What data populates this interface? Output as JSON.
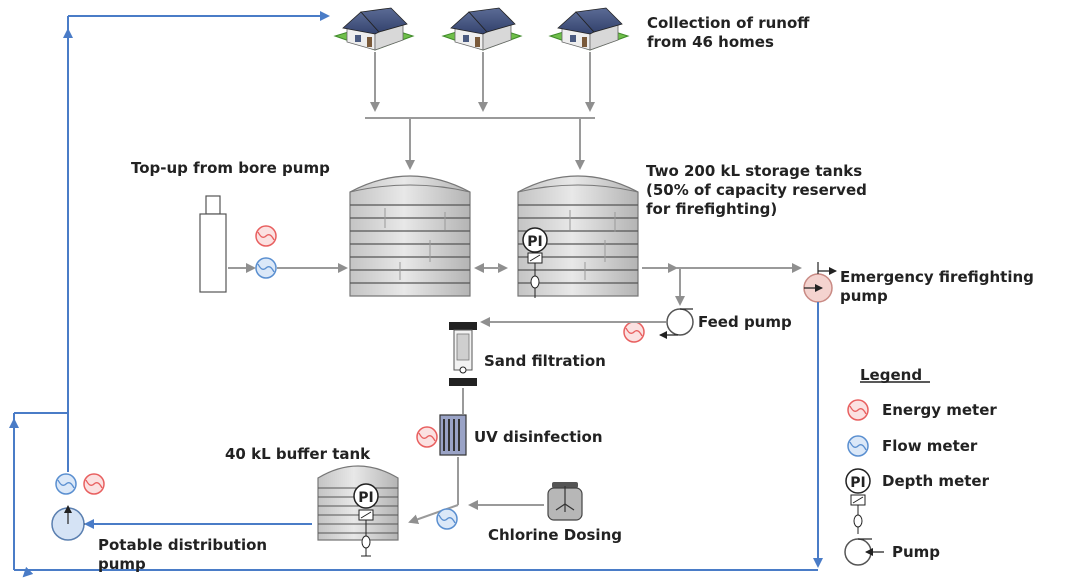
{
  "labels": {
    "runoff": "Collection of runoff\nfrom 46 homes",
    "topup": "Top-up from bore pump",
    "storage": "Two 200 kL storage tanks\n(50% of capacity reserved\nfor firefighting)",
    "emergency": "Emergency firefighting\npump",
    "feed_pump": "Feed pump",
    "sand": "Sand filtration",
    "uv": "UV disinfection",
    "buffer": "40 kL buffer tank",
    "chlorine": "Chlorine Dosing",
    "potable": "Potable distribution\npump"
  },
  "legend": {
    "title": "Legend",
    "energy": "Energy meter",
    "flow": "Flow meter",
    "depth": "Depth meter",
    "pump": "Pump"
  },
  "pi_text": "PI",
  "colors": {
    "blue_line": "#4a7cc7",
    "grey_line": "#9a9a9a",
    "energy_meter": "#e86060",
    "flow_meter": "#5a8fd0",
    "tank_fill": "#d6d6d6",
    "emergency_pump_fill": "#f4d3cf"
  }
}
